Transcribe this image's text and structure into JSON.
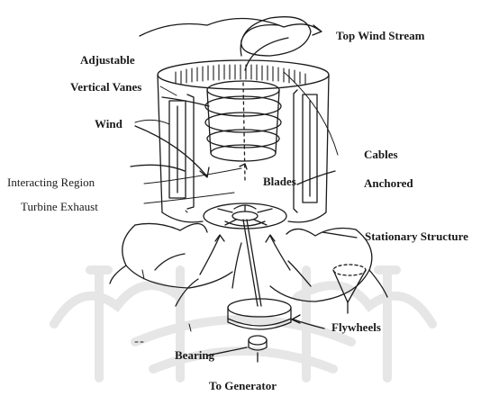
{
  "colors": {
    "ink": "#1a1a1a",
    "watermark": "#e6e6e6",
    "background": "#ffffff"
  },
  "labels": {
    "top_wind_stream": "Top Wind Stream",
    "adjustable": "Adjustable",
    "vertical_vanes": "Vertical Vanes",
    "wind": "Wind",
    "cables": "Cables",
    "interacting_region": "Interacting Region",
    "blades": "Blades",
    "anchored": "Anchored",
    "turbine_exhaust": "Turbine Exhaust",
    "stationary_structure": "Stationary Structure",
    "flywheels": "Flywheels",
    "bearing": "Bearing",
    "to_generator": "To Generator"
  },
  "watermark": {
    "icon": "university-seal-watermark"
  }
}
